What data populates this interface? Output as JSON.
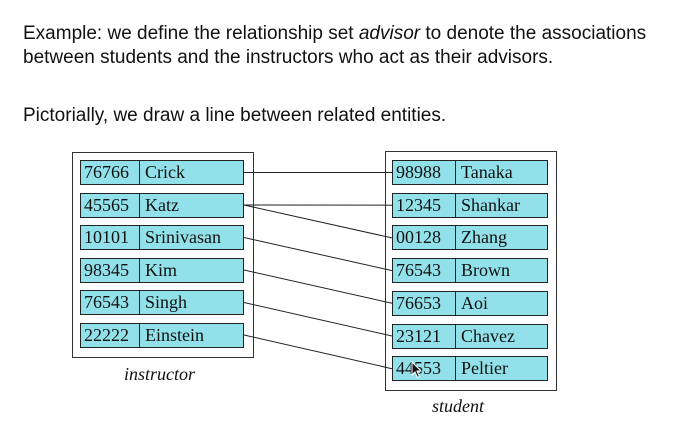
{
  "text": {
    "intro_before": "Example: we define the relationship set ",
    "intro_term": "advisor",
    "intro_after": " to denote the associations between students and the instructors who act as their advisors.",
    "pictorial": "Pictorially, we draw a line between related entities."
  },
  "instructor": {
    "caption": "instructor",
    "rows": [
      {
        "id": "76766",
        "name": "Crick"
      },
      {
        "id": "45565",
        "name": "Katz"
      },
      {
        "id": "10101",
        "name": "Srinivasan"
      },
      {
        "id": "98345",
        "name": "Kim"
      },
      {
        "id": "76543",
        "name": "Singh"
      },
      {
        "id": "22222",
        "name": "Einstein"
      }
    ]
  },
  "student": {
    "caption": "student",
    "rows": [
      {
        "id": "98988",
        "name": "Tanaka"
      },
      {
        "id": "12345",
        "name": "Shankar"
      },
      {
        "id": "00128",
        "name": "Zhang"
      },
      {
        "id": "76543",
        "name": "Brown"
      },
      {
        "id": "76653",
        "name": "Aoi"
      },
      {
        "id": "23121",
        "name": "Chavez"
      },
      {
        "id": "44553",
        "name": "Peltier"
      }
    ]
  },
  "links": [
    [
      0,
      0
    ],
    [
      1,
      1
    ],
    [
      1,
      2
    ],
    [
      2,
      3
    ],
    [
      3,
      4
    ],
    [
      4,
      5
    ],
    [
      5,
      6
    ]
  ],
  "colors": {
    "entity_fill": "#92e1ea"
  }
}
